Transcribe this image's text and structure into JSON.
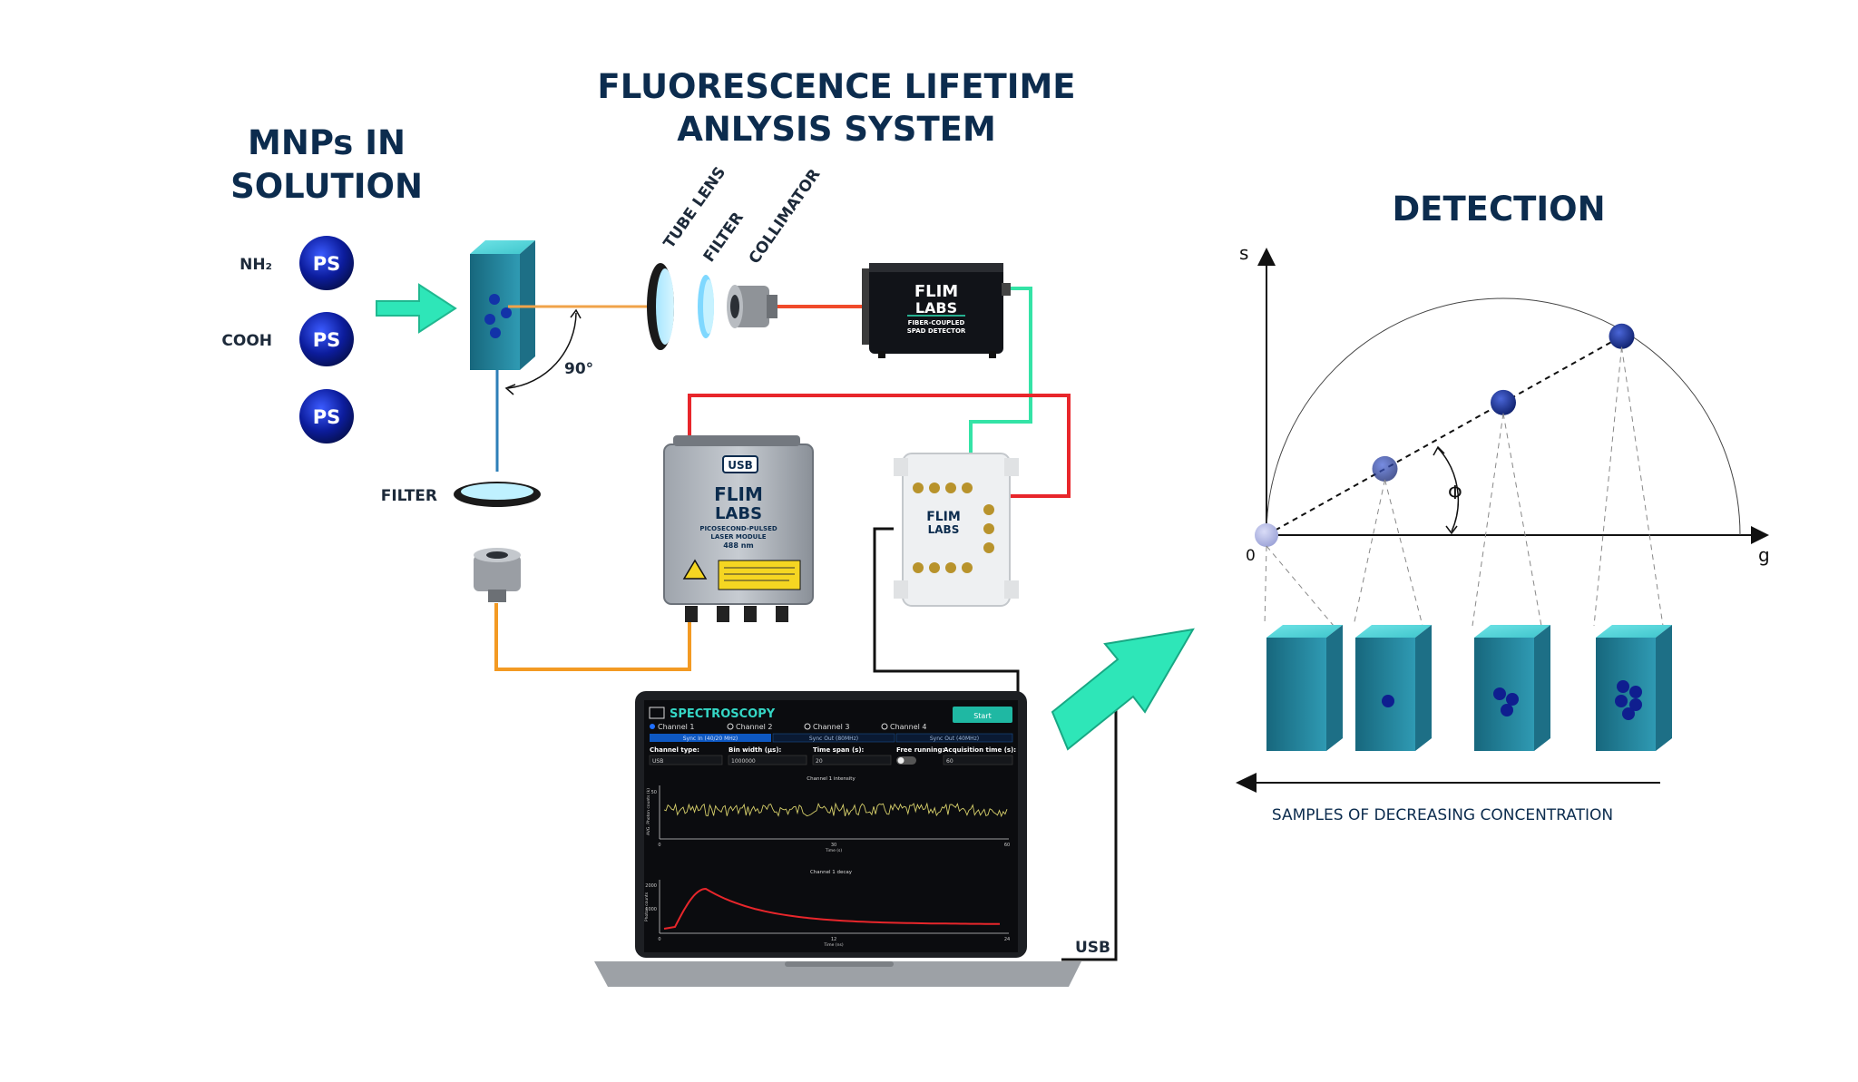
{
  "titles": {
    "main_line1": "FLUORESCENCE LIFETIME",
    "main_line2": "ANLYSIS SYSTEM",
    "left_line1": "MNPs IN",
    "left_line2": "SOLUTION",
    "detection": "DETECTION"
  },
  "particles": [
    {
      "group": "NH₂",
      "core": "PS"
    },
    {
      "group": "COOH",
      "core": "PS"
    },
    {
      "group": "",
      "core": "PS"
    }
  ],
  "optics": {
    "tube_lens": "TUBE LENS",
    "filter_top": "FILTER",
    "collimator": "COLLIMATOR",
    "filter_left": "FILTER",
    "angle": "90°"
  },
  "detector": {
    "logo_top": "FLIM",
    "logo_bottom": "LABS",
    "caption_line1": "FIBER-COUPLED",
    "caption_line2": "SPAD DETECTOR"
  },
  "laser": {
    "usb_badge": "USB",
    "logo_top": "FLIM",
    "logo_bottom": "LABS",
    "line1": "PICOSECOND-PULSED",
    "line2": "LASER MODULE",
    "line3": "488 nm"
  },
  "daq": {
    "logo_top": "FLIM",
    "logo_bottom": "LABS"
  },
  "laptop": {
    "app_title": "SPECTROSCOPY",
    "start_button": "Start",
    "channels": [
      "Channel 1",
      "Channel 2",
      "Channel 3",
      "Channel 4"
    ],
    "sync_options": [
      "Sync In (40/20 MHz)",
      "Sync Out (80MHz)",
      "Sync Out (40MHz)"
    ],
    "fields": [
      {
        "label": "Channel type:",
        "value": "USB"
      },
      {
        "label": "Bin width (µs):",
        "value": "1000000"
      },
      {
        "label": "Time span (s):",
        "value": "20"
      },
      {
        "label": "Free running:",
        "value": ""
      },
      {
        "label": "Acquisition time (s):",
        "value": "60"
      }
    ],
    "plot1_title": "Channel 1 intensity",
    "plot1_ylabel": "AVG. Photon counts (k)",
    "plot1_ymax": "50",
    "plot1_xticks": [
      "0",
      "30",
      "60"
    ],
    "plot1_xlabel": "Time (s)",
    "plot2_title": "Channel 1 decay",
    "plot2_ylabel": "Photon counts",
    "plot2_yticks": [
      "2000",
      "1000"
    ],
    "plot2_xticks": [
      "0",
      "12",
      "24"
    ],
    "plot2_xlabel": "Time (ns)",
    "usb_label": "USB"
  },
  "phasor": {
    "x_axis": "g",
    "y_axis": "s",
    "origin": "0",
    "angle": "Φ",
    "points": [
      {
        "g": 0.0,
        "s": 0.0
      },
      {
        "g": 0.25,
        "s": 0.14
      },
      {
        "g": 0.5,
        "s": 0.28
      },
      {
        "g": 0.75,
        "s": 0.42
      }
    ]
  },
  "samples": {
    "caption": "SAMPLES OF DECREASING CONCENTRATION",
    "particle_counts": [
      0,
      1,
      3,
      5
    ]
  },
  "colors": {
    "title": "#0c2c4e",
    "ps_dot": "#0b1a8c",
    "arrow": "#2ee6b8",
    "fiber_red": "#e8262b",
    "fiber_green": "#34e3a6",
    "fiber_orange": "#f39a23",
    "cuvette": "#2f8ea6"
  }
}
